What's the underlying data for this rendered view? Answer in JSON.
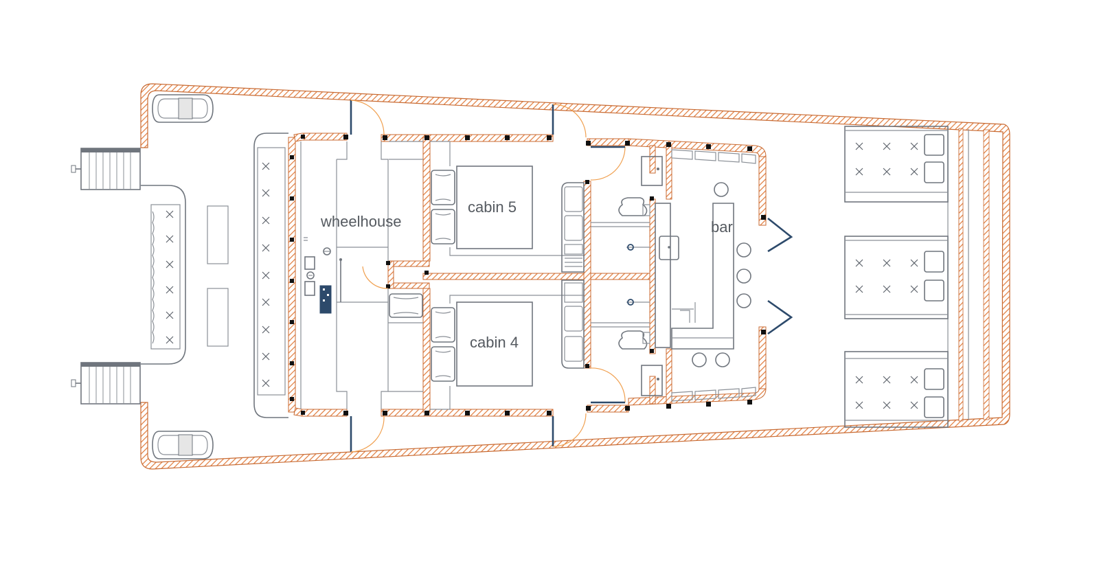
{
  "labels": {
    "wheelhouse": "wheelhouse",
    "cabin5": "cabin 5",
    "cabin4": "cabin 4",
    "bar": "bar"
  },
  "colors": {
    "wall_hatch": "#e07a3a",
    "wall_outline": "#c86a32",
    "door_arc": "#f0a050",
    "door_leaf": "#2d4a6b",
    "fixture_line": "#8a8f96",
    "text": "#555a60"
  }
}
